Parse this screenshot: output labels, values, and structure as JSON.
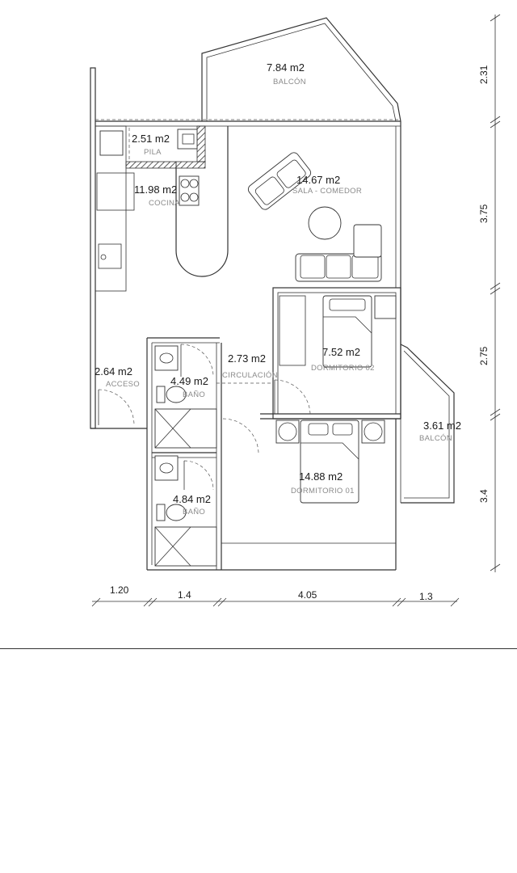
{
  "rooms": {
    "balcon_top": {
      "area": "7.84 m2",
      "label": "BALCÓN"
    },
    "pila": {
      "area": "2.51 m2",
      "label": "PILA"
    },
    "cocina": {
      "area": "11.98 m2",
      "label": "COCINA"
    },
    "sala": {
      "area": "14.67 m2",
      "label": "SALA - COMEDOR"
    },
    "acceso": {
      "area": "2.64 m2",
      "label": "ACCESO"
    },
    "bano1": {
      "area": "4.49 m2",
      "label": "BAÑO"
    },
    "circulacion": {
      "area": "2.73 m2",
      "label": "CIRCULACIÓN"
    },
    "dorm2": {
      "area": "7.52 m2",
      "label": "DORMITORIO 02"
    },
    "balcon_right": {
      "area": "3.61 m2",
      "label": "BALCÓN"
    },
    "dorm1": {
      "area": "14.88 m2",
      "label": "DORMITORIO 01"
    },
    "bano2": {
      "area": "4.84 m2",
      "label": "BAÑO"
    }
  },
  "dimensions": {
    "right": [
      "2.31",
      "3.75",
      "2.75",
      "3.4"
    ],
    "bottom": [
      "1.20",
      "1.4",
      "4.05",
      "1.3"
    ]
  }
}
